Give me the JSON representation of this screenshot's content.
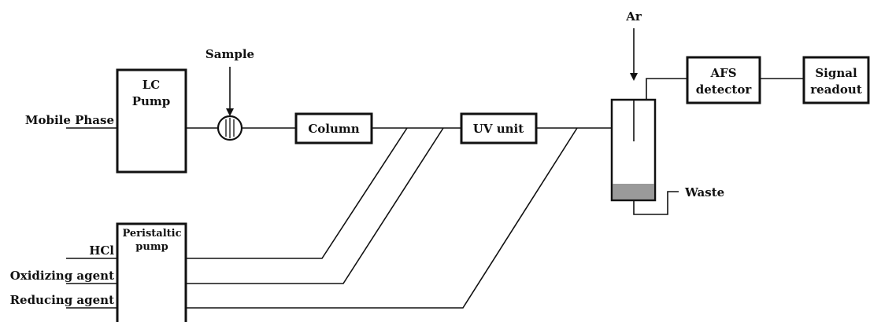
{
  "labels": {
    "mobile_phase": "Mobile Phase",
    "lc_pump_line1": "LC",
    "lc_pump_line2": "Pump",
    "sample": "Sample",
    "column": "Column",
    "uv_unit": "UV unit",
    "ar": "Ar",
    "afs_line1": "AFS",
    "afs_line2": "detector",
    "signal_line1": "Signal",
    "signal_line2": "readout",
    "waste": "Waste",
    "peristaltic_line1": "Peristaltic",
    "peristaltic_line2": "pump",
    "hcl": "HCl",
    "oxidizing_agent": "Oxidizing agent",
    "reducing_agent": "Reducing agent"
  },
  "colors": {
    "line": "#111111",
    "liquid": "#9a9a9a",
    "background": "#ffffff"
  }
}
